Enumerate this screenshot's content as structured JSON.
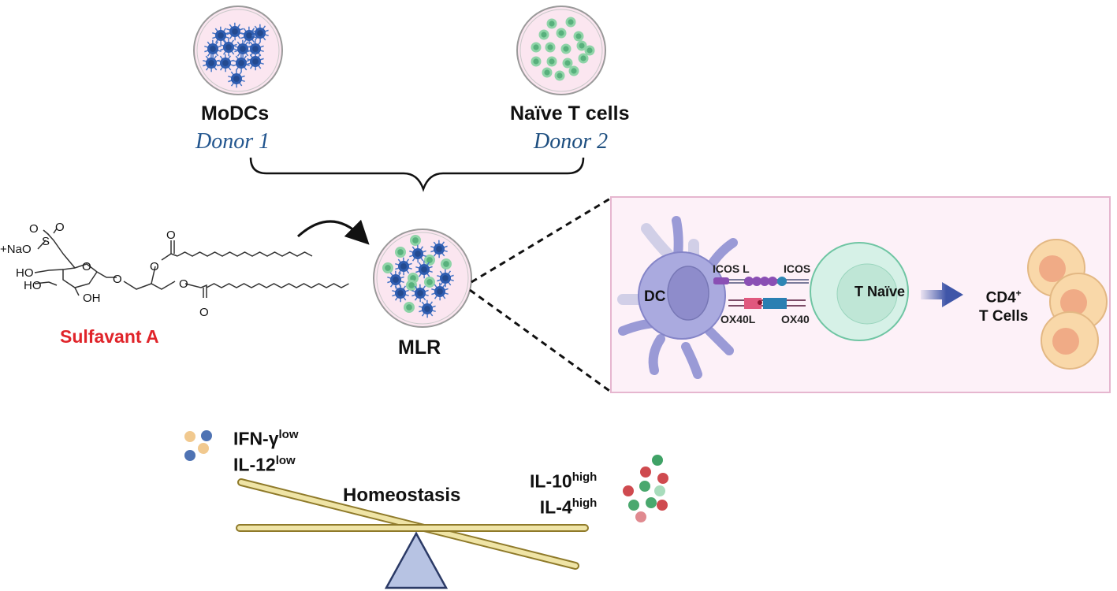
{
  "top": {
    "left_dish": {
      "title": "MoDCs",
      "donor": "Donor 1"
    },
    "right_dish": {
      "title": "Naïve T cells",
      "donor": "Donor 2"
    }
  },
  "compound": {
    "name": "Sulfavant A",
    "name_color": "#e0242a",
    "atoms": {
      "na": "+Na",
      "o_minus": "O",
      "s": "S",
      "o1": "O",
      "o2": "O",
      "ho1": "HO",
      "ho2": "HO",
      "oh": "OH",
      "ring_o": "O",
      "gly_o": "O",
      "ester_o1": "O",
      "ester_o2": "O",
      "carbonyl1": "O",
      "carbonyl2": "O"
    }
  },
  "mlr": {
    "label": "MLR"
  },
  "inset": {
    "dc_label": "DC",
    "icosl_label": "ICOS L",
    "icos_label": "ICOS",
    "ox40l_label": "OX40L",
    "ox40_label": "OX40",
    "tnaive_label": "T Naïve",
    "cd4_label": "CD4",
    "cd4_sup": "+",
    "tcells_label": "T Cells"
  },
  "balance": {
    "left_line1": "IFN-γ",
    "left_sup1": "low",
    "left_line2": "IL-12",
    "left_sup2": "low",
    "center": "Homeostasis",
    "right_line1": "IL-10",
    "right_sup1": "high",
    "right_line2": "IL-4",
    "right_sup2": "high"
  },
  "colors": {
    "dc_blue": "#2f5db0",
    "tcell_green": "#7cc89a",
    "dish_fill": "#fbe6f0",
    "inset_border": "#e6b6cf",
    "inset_fill": "#fdf1f8",
    "beam": "#e8d98a",
    "fulcrum": "#b7c3e3"
  }
}
